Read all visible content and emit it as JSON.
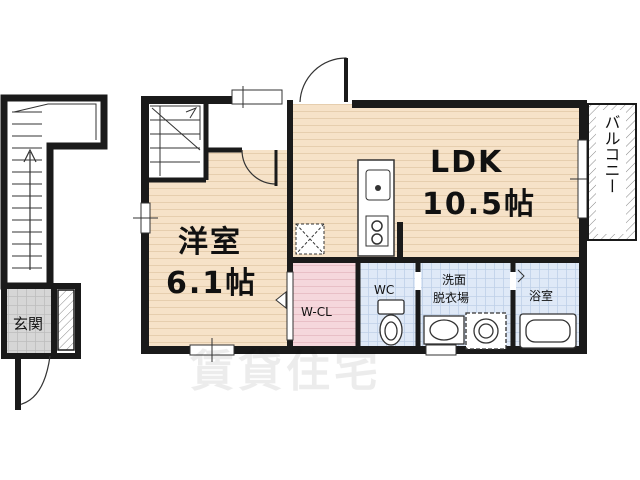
{
  "rooms": {
    "ldk": {
      "name": "LDK",
      "size": "10.5帖"
    },
    "western": {
      "name": "洋室",
      "size": "6.1帖"
    },
    "walk_in_closet": {
      "name": "W-CL"
    },
    "toilet": {
      "name": "WC"
    },
    "washroom": {
      "line1": "洗面",
      "line2": "脱衣場"
    },
    "bathroom": {
      "name": "浴室"
    },
    "entrance": {
      "name": "玄関"
    },
    "balcony": {
      "name": "バルコニー"
    }
  },
  "watermark": {
    "text": "賃貸住宅"
  },
  "colors": {
    "wood_floor": "#f6e2c8",
    "closet_floor": "#f5d7dc",
    "wet_area_floor": "#dfe9f7",
    "entrance_floor": "#d6d6d6",
    "wall": "#1a1a1a"
  }
}
